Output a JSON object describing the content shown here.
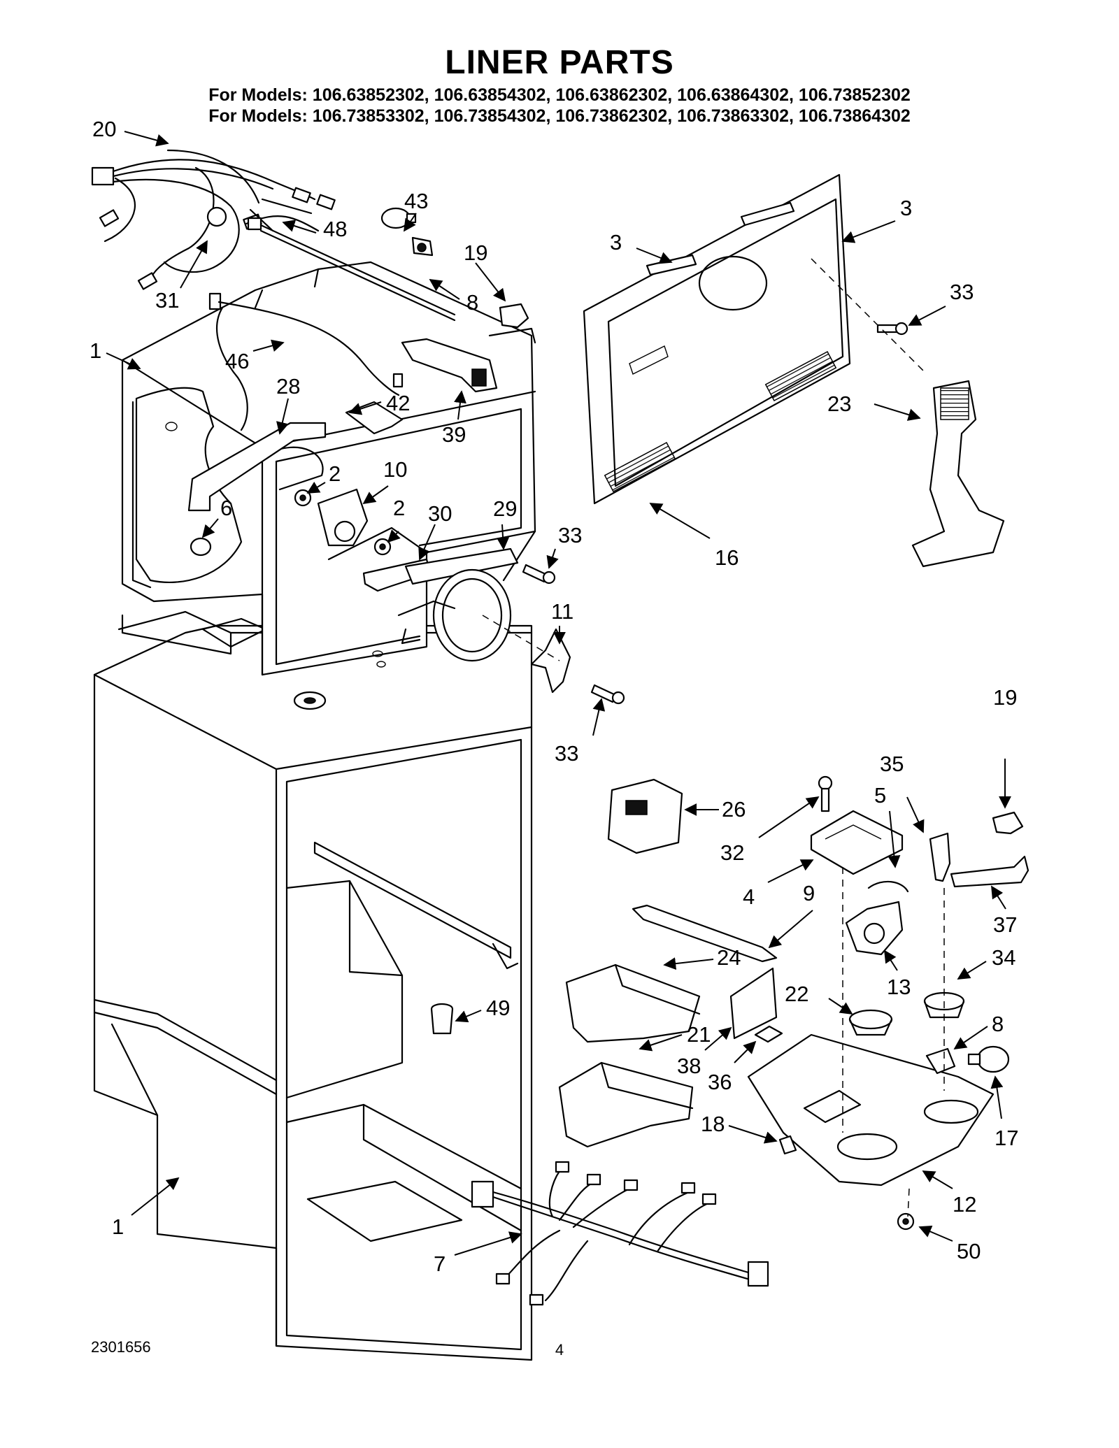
{
  "header": {
    "title": "LINER PARTS",
    "models_line_1": "For Models: 106.63852302, 106.63854302, 106.63862302, 106.63864302, 106.73852302",
    "models_line_2": "For Models: 106.73853302, 106.73854302, 106.73862302, 106.73863302, 106.73864302"
  },
  "footer": {
    "document_number": "2301656",
    "page_number": "4"
  },
  "callouts": [
    {
      "id": "c20",
      "label": "20"
    },
    {
      "id": "c31",
      "label": "31"
    },
    {
      "id": "c48",
      "label": "48"
    },
    {
      "id": "c43",
      "label": "43"
    },
    {
      "id": "c19a",
      "label": "19"
    },
    {
      "id": "c8a",
      "label": "8"
    },
    {
      "id": "c1a",
      "label": "1"
    },
    {
      "id": "c46",
      "label": "46"
    },
    {
      "id": "c28",
      "label": "28"
    },
    {
      "id": "c42",
      "label": "42"
    },
    {
      "id": "c39",
      "label": "39"
    },
    {
      "id": "c2a",
      "label": "2"
    },
    {
      "id": "c10",
      "label": "10"
    },
    {
      "id": "c6",
      "label": "6"
    },
    {
      "id": "c2b",
      "label": "2"
    },
    {
      "id": "c30",
      "label": "30"
    },
    {
      "id": "c29",
      "label": "29"
    },
    {
      "id": "c33a",
      "label": "33"
    },
    {
      "id": "c11",
      "label": "11"
    },
    {
      "id": "c33b",
      "label": "33"
    },
    {
      "id": "c3a",
      "label": "3"
    },
    {
      "id": "c3b",
      "label": "3"
    },
    {
      "id": "c33c",
      "label": "33"
    },
    {
      "id": "c23",
      "label": "23"
    },
    {
      "id": "c16",
      "label": "16"
    },
    {
      "id": "c19b",
      "label": "19"
    },
    {
      "id": "c35",
      "label": "35"
    },
    {
      "id": "c5",
      "label": "5"
    },
    {
      "id": "c26",
      "label": "26"
    },
    {
      "id": "c32",
      "label": "32"
    },
    {
      "id": "c4",
      "label": "4"
    },
    {
      "id": "c9",
      "label": "9"
    },
    {
      "id": "c37",
      "label": "37"
    },
    {
      "id": "c24",
      "label": "24"
    },
    {
      "id": "c13",
      "label": "13"
    },
    {
      "id": "c34",
      "label": "34"
    },
    {
      "id": "c22",
      "label": "22"
    },
    {
      "id": "c49",
      "label": "49"
    },
    {
      "id": "c21",
      "label": "21"
    },
    {
      "id": "c38",
      "label": "38"
    },
    {
      "id": "c36",
      "label": "36"
    },
    {
      "id": "c8b",
      "label": "8"
    },
    {
      "id": "c18",
      "label": "18"
    },
    {
      "id": "c17",
      "label": "17"
    },
    {
      "id": "c12",
      "label": "12"
    },
    {
      "id": "c1b",
      "label": "1"
    },
    {
      "id": "c50",
      "label": "50"
    },
    {
      "id": "c7",
      "label": "7"
    }
  ]
}
